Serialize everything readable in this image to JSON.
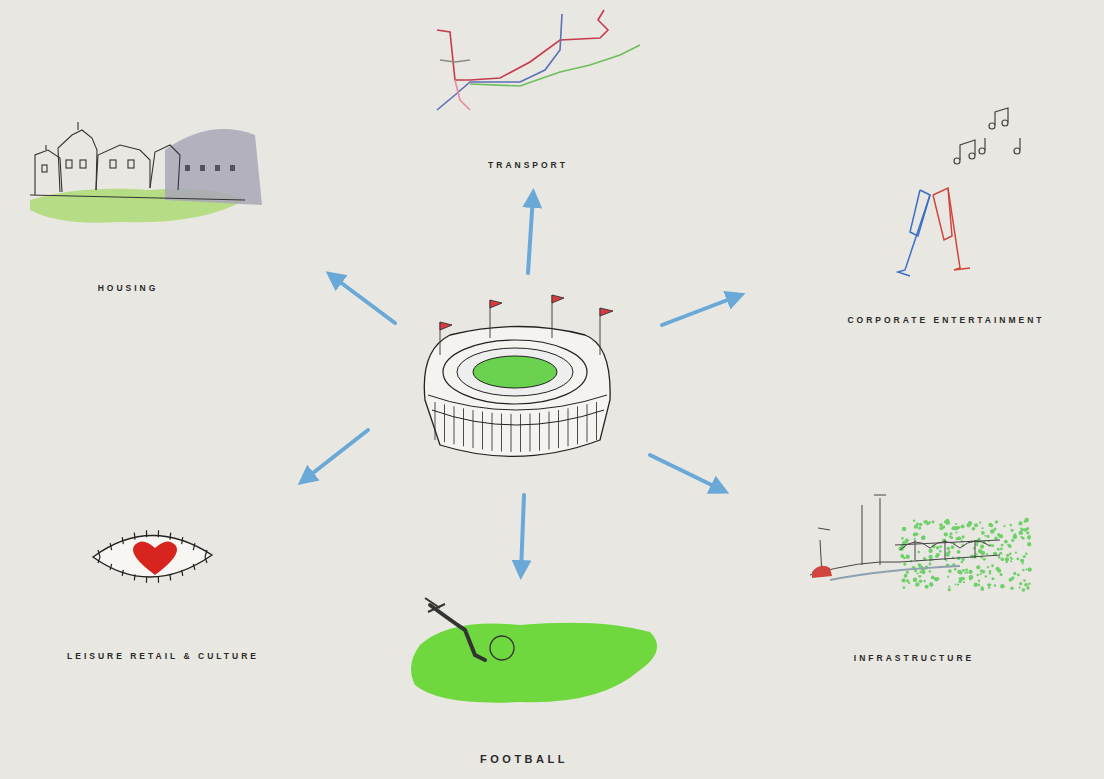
{
  "diagram": {
    "labels": [
      "TRANSPORT",
      "HOUSING",
      "CORPORATE ENTERTAINMENT",
      "LEISURE RETAIL & CULTURE",
      "INFRASTRUCTURE",
      "FOOTBALL"
    ]
  }
}
